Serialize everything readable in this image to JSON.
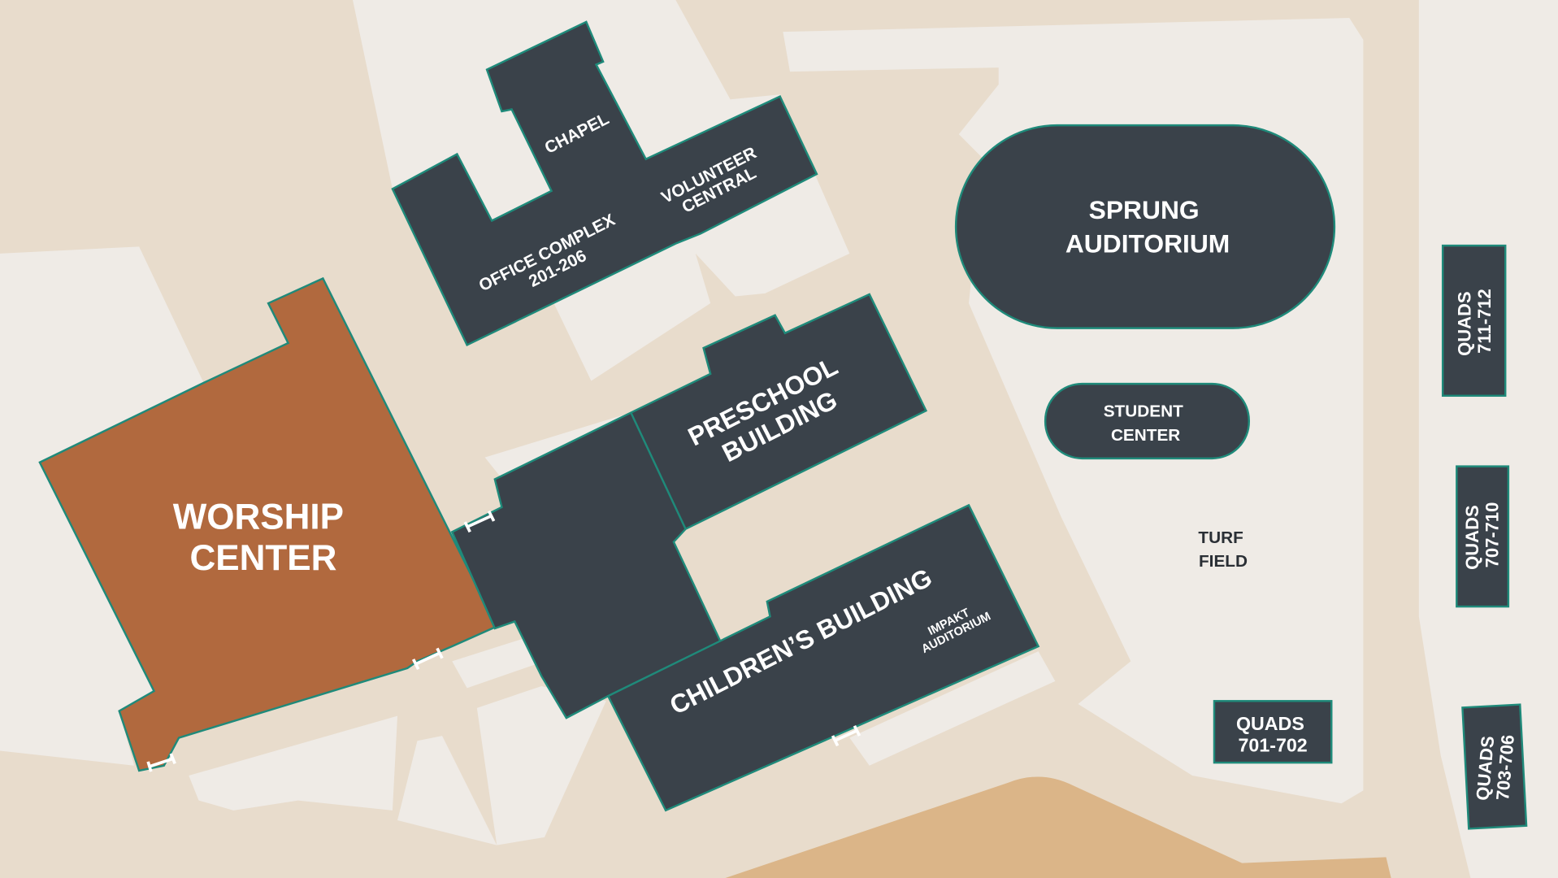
{
  "map": {
    "colors": {
      "ground": "#e8dccc",
      "open_area": "#efebe6",
      "building": "#3a424a",
      "building_outline": "#1f8a7a",
      "worship_center": "#b1693e",
      "sand": "#dbb588"
    },
    "buildings": {
      "chapel": "CHAPEL",
      "volunteer_central": [
        "VOLUNTEER",
        "CENTRAL"
      ],
      "office_complex": [
        "OFFICE COMPLEX",
        "201-206"
      ],
      "sprung_auditorium": [
        "SPRUNG",
        "AUDITORIUM"
      ],
      "student_center": [
        "STUDENT",
        "CENTER"
      ],
      "preschool_building": [
        "PRESCHOOL",
        "BUILDING"
      ],
      "worship_center": [
        "WORSHIP",
        "CENTER"
      ],
      "childrens_building": "CHILDREN’S BUILDING",
      "impakt_auditorium": [
        "IMPAKT",
        "AUDITORIUM"
      ],
      "quads_711_712": [
        "QUADS",
        "711-712"
      ],
      "quads_707_710": [
        "QUADS",
        "707-710"
      ],
      "quads_701_702": [
        "QUADS",
        "701-702"
      ],
      "quads_703_706": [
        "QUADS",
        "703-706"
      ]
    },
    "areas": {
      "turf_field": [
        "TURF",
        "FIELD"
      ]
    }
  }
}
